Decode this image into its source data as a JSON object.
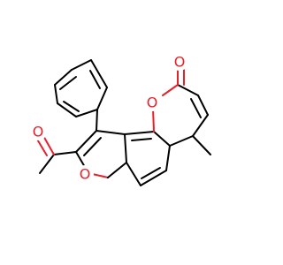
{
  "structure": {
    "atoms": {
      "ring_oxygen": "O",
      "carbonyl_oxygen": "O",
      "furan_oxygen": "O",
      "acetyl_oxygen": "O"
    },
    "colors": {
      "bond": "#000000",
      "heteroatom": "#e8202a",
      "background": "#ffffff"
    }
  }
}
